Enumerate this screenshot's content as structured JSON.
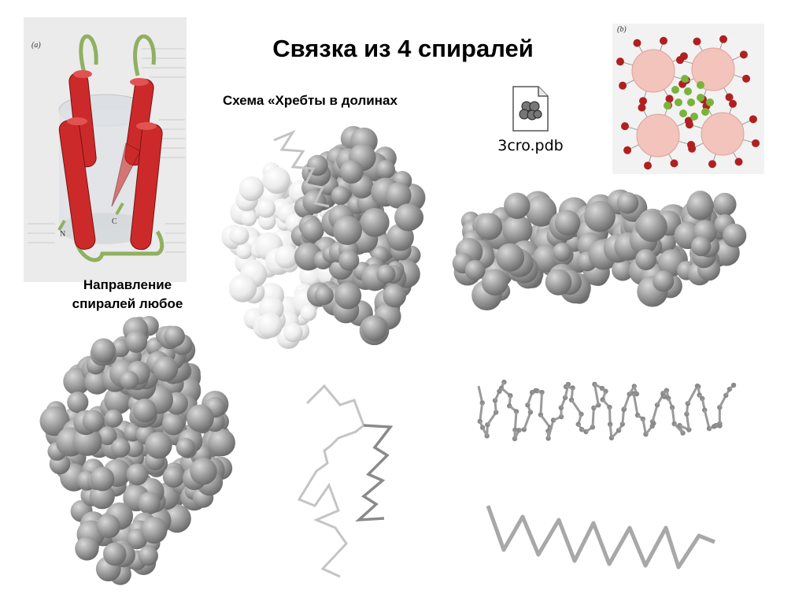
{
  "title": "Связка из 4 спиралей",
  "subtitle": "Схема «Хребты в долинах",
  "direction_label_line1": "Направление",
  "direction_label_line2": "спиралей любое",
  "file_icon": {
    "icon": "pdb-file-icon",
    "filename": "3cro.pdb"
  },
  "panel_a": {
    "tag": "(a)",
    "n_label": "N",
    "c_label": "C"
  },
  "panel_b": {
    "tag": "(b)"
  },
  "colors": {
    "helix_red": "#cc2a2a",
    "loop_green": "#8fb060",
    "sphere_gray": "#8c8c8c",
    "sphere_white": "#e6e6e6",
    "node_pink": "#f2c4bc",
    "dot_red": "#b02020",
    "dot_green": "#7ab33a"
  }
}
